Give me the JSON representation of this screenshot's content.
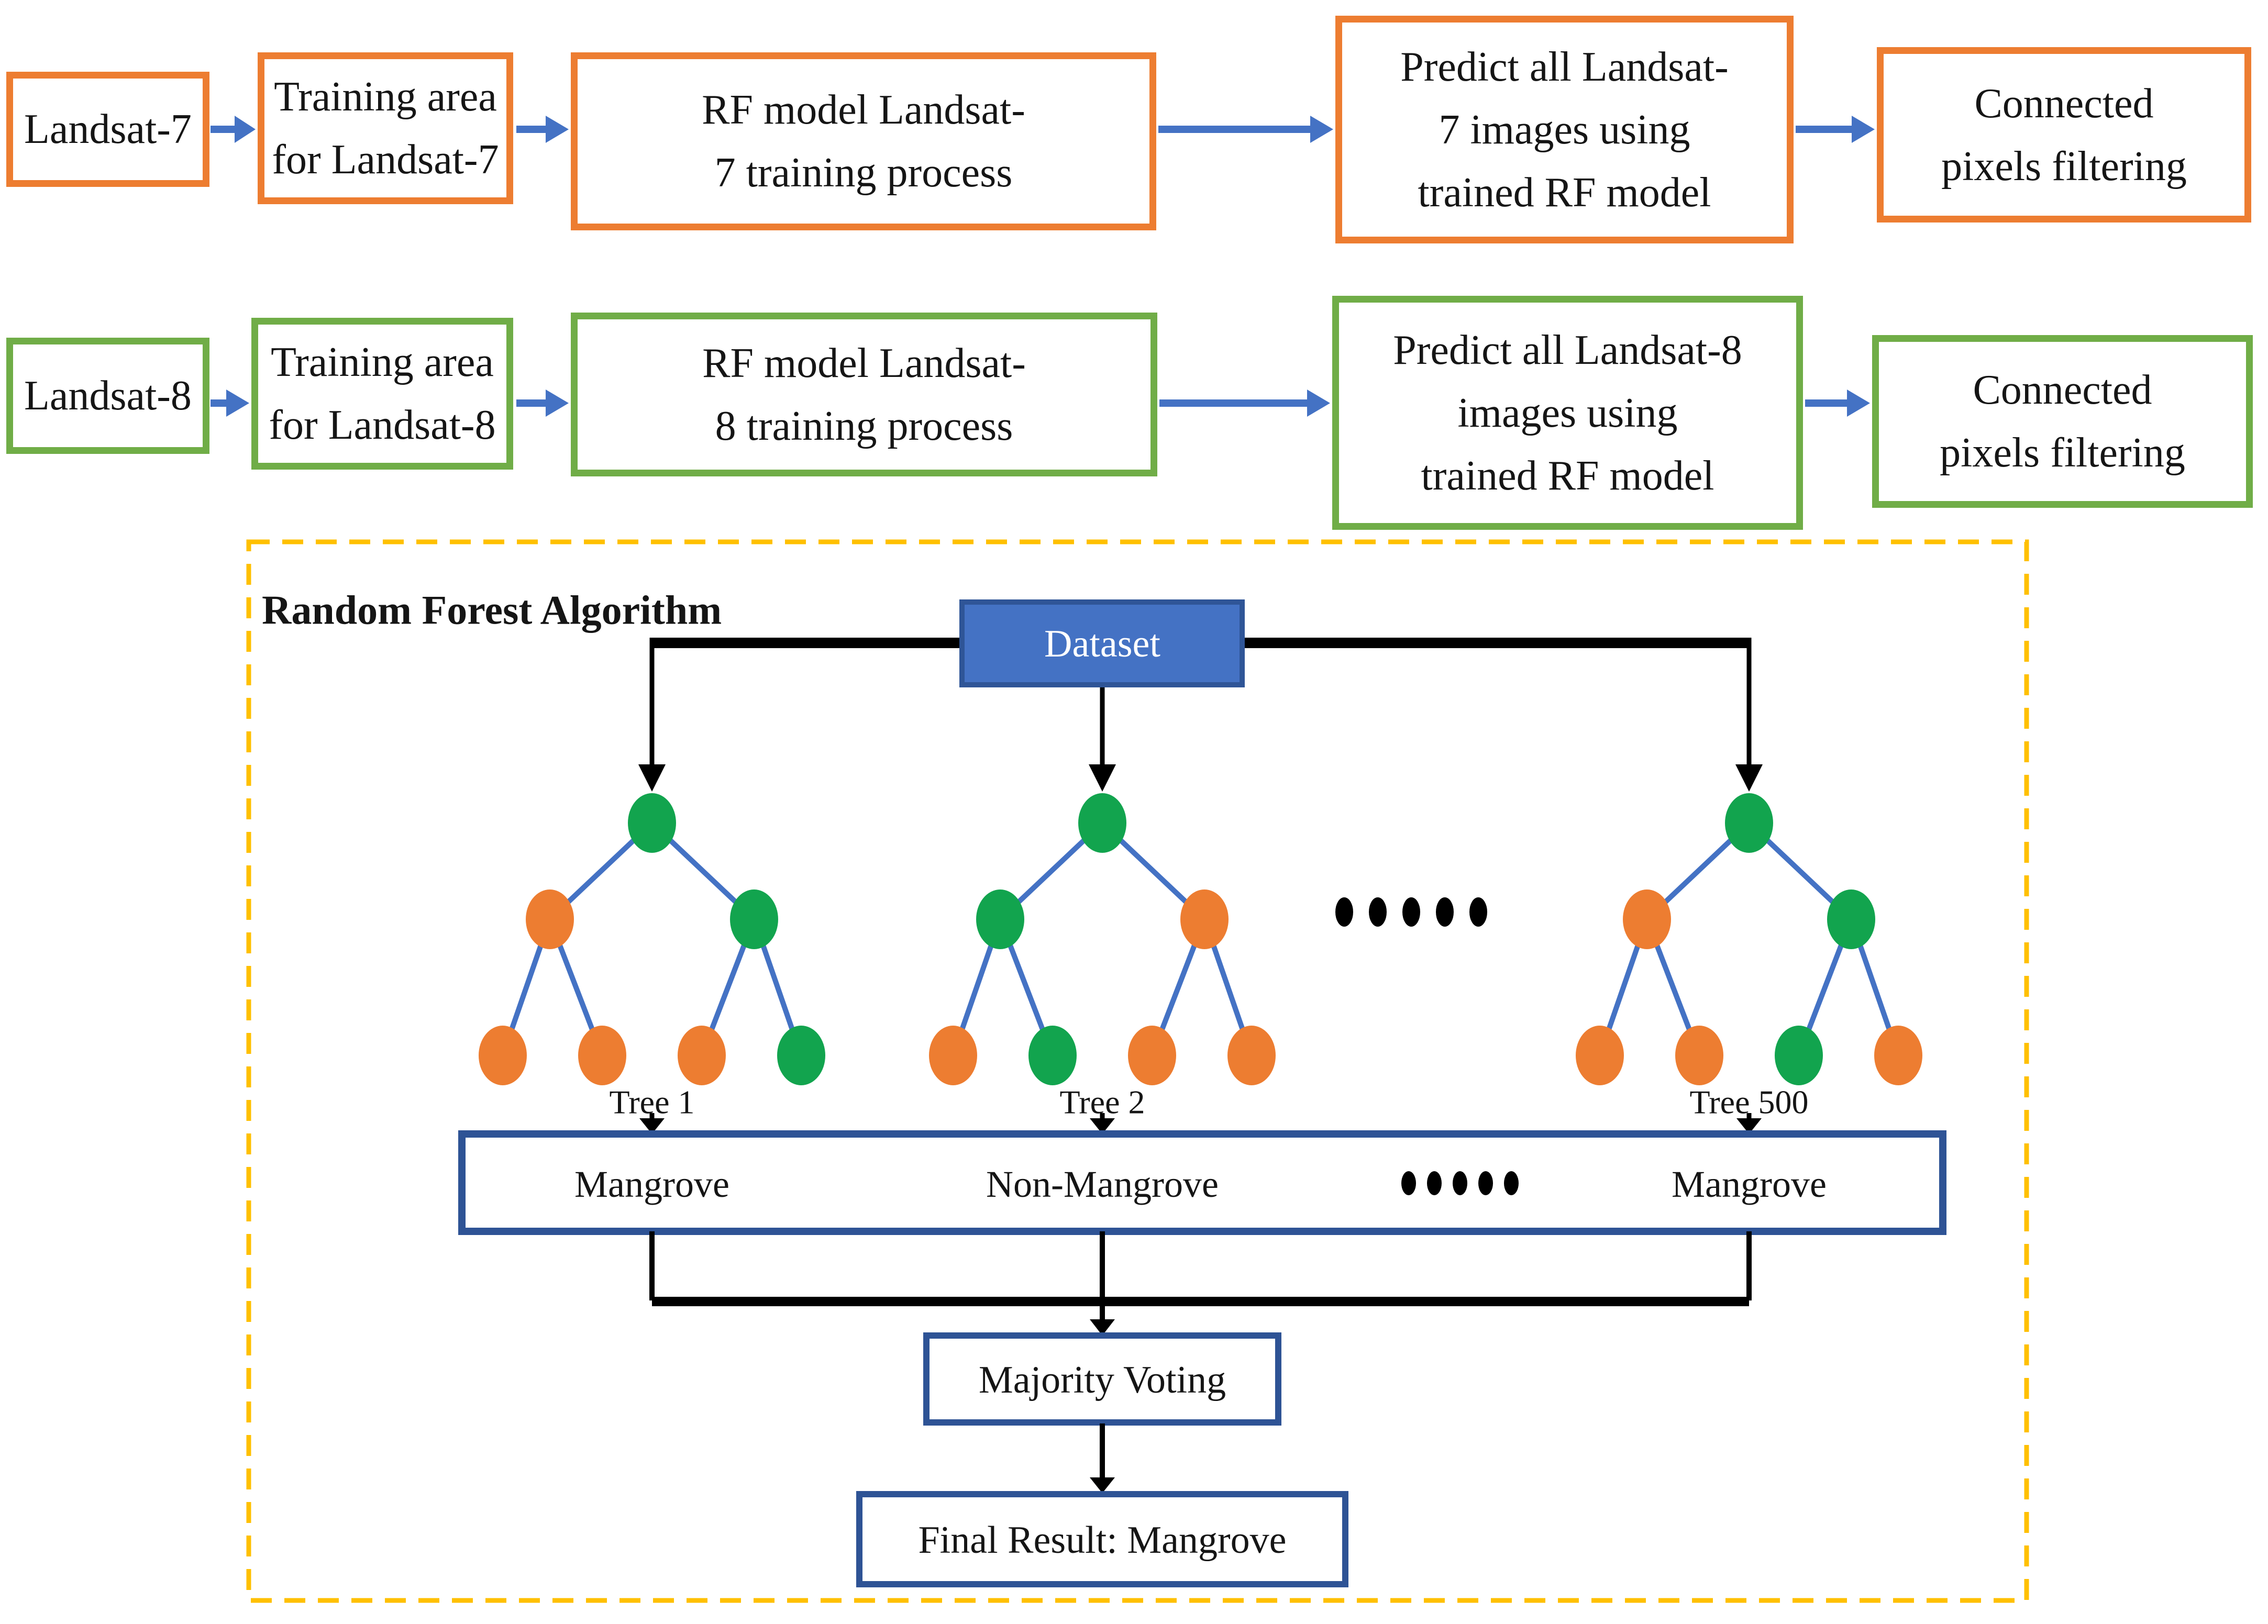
{
  "palette": {
    "accent_orange": "#ED7D31",
    "accent_green": "#70AD47",
    "arrow_blue": "#4472C4",
    "node_green": "#12A44E",
    "node_orange": "#ED7D31",
    "navy": "#2E5395",
    "dataset_fill": "#4472C4",
    "dataset_border": "#2F5597",
    "dashed_gold": "#FFC000",
    "line_black": "#000000"
  },
  "pipelines": [
    {
      "satellite": "Landsat-7",
      "steps": [
        "Landsat-7",
        "Training area\nfor Landsat-7",
        "RF model Landsat-\n7 training process",
        "Predict all Landsat-\n7 images using\ntrained RF model",
        "Connected\npixels filtering"
      ]
    },
    {
      "satellite": "Landsat-8",
      "steps": [
        "Landsat-8",
        "Training area\nfor Landsat-8",
        "RF model Landsat-\n8 training process",
        "Predict all Landsat-8\nimages using\ntrained RF model",
        "Connected\npixels filtering"
      ]
    }
  ],
  "rf_panel": {
    "title": "Random Forest Algorithm",
    "dataset_label": "Dataset",
    "trees": [
      {
        "label": "Tree 1",
        "root": "green",
        "level2": [
          "orange",
          "green"
        ],
        "leaves": [
          "orange",
          "orange",
          "orange",
          "green"
        ]
      },
      {
        "label": "Tree 2",
        "root": "green",
        "level2": [
          "green",
          "orange"
        ],
        "leaves": [
          "orange",
          "green",
          "orange",
          "orange"
        ]
      },
      {
        "label": "Tree 500",
        "root": "green",
        "level2": [
          "orange",
          "green"
        ],
        "leaves": [
          "orange",
          "orange",
          "green",
          "orange"
        ]
      }
    ],
    "tree_ellipsis_dot_count": 5,
    "votes": [
      "Mangrove",
      "Non-Mangrove",
      "Mangrove"
    ],
    "votes_ellipsis_dot_count": 5,
    "majority_label": "Majority Voting",
    "final_label": "Final Result: Mangrove"
  }
}
